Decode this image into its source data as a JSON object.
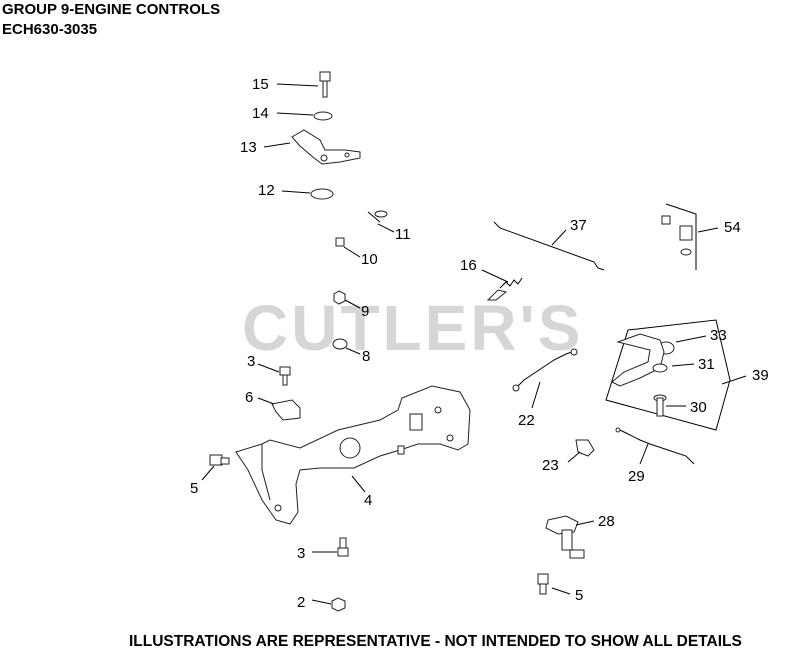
{
  "header": {
    "title_line1": "GROUP 9-ENGINE CONTROLS",
    "title_line2": "ECH630-3035"
  },
  "watermark": "CUTLER'S",
  "footer": "ILLUSTRATIONS ARE REPRESENTATIVE - NOT INTENDED TO SHOW ALL DETAILS",
  "callouts": {
    "c15": "15",
    "c14": "14",
    "c13": "13",
    "c12": "12",
    "c11": "11",
    "c10": "10",
    "c9": "9",
    "c8": "8",
    "c3a": "3",
    "c6": "6",
    "c5a": "5",
    "c4": "4",
    "c3b": "3",
    "c2": "2",
    "c37": "37",
    "c16": "16",
    "c54": "54",
    "c33": "33",
    "c31": "31",
    "c39": "39",
    "c30": "30",
    "c22": "22",
    "c23": "23",
    "c29": "29",
    "c28": "28",
    "c5b": "5"
  }
}
